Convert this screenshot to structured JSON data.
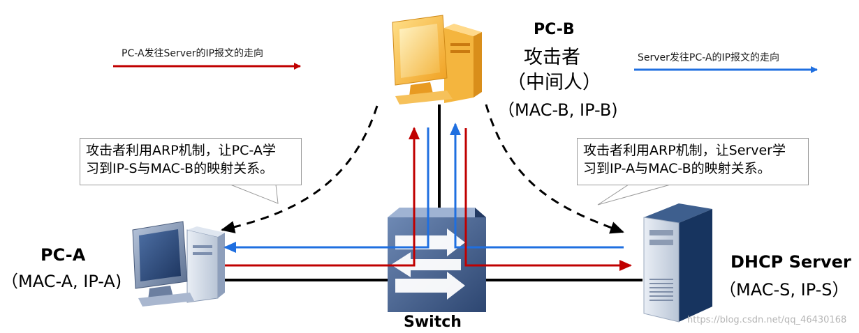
{
  "legend": {
    "pc_a_to_server": "PC-A发往Server的IP报文的走向",
    "server_to_pc_a": "Server发往PC-A的IP报文的走向",
    "red_color": "#c00000",
    "blue_color": "#1f6fe0"
  },
  "pc_b": {
    "name": "PC-B",
    "role": "攻击者",
    "role_note": "（中间人）",
    "addresses": "（MAC-B, IP-B)"
  },
  "pc_a": {
    "name": "PC-A",
    "addresses": "（MAC-A, IP-A)"
  },
  "server": {
    "name": "DHCP Server",
    "addresses": "（MAC-S, IP-S）"
  },
  "switch": {
    "name": "Switch"
  },
  "callouts": {
    "left_line1": "攻击者利用ARP机制，让PC-A学",
    "left_line2": "习到IP-S与MAC-B的映射关系。",
    "right_line1": "攻击者利用ARP机制，让Server学",
    "right_line2": "习到IP-A与MAC-B的映射关系。"
  },
  "watermark": "https://blog.csdn.net/qq_46430168"
}
